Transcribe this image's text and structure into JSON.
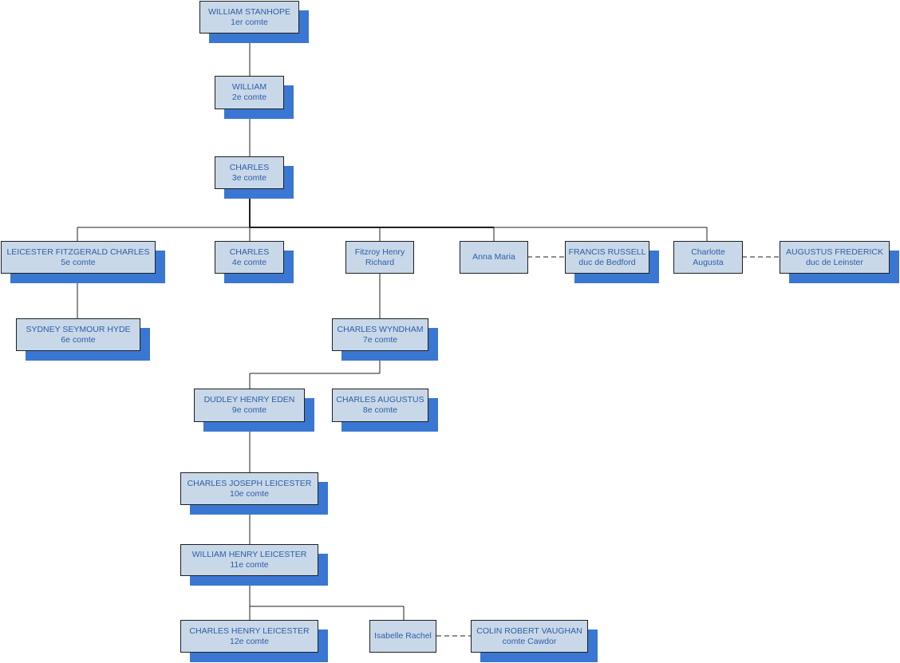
{
  "colors": {
    "box_fill": "#c8d8e8",
    "box_border": "#1f1f1f",
    "shadow": "#3a77d2",
    "text": "#2e5ea8",
    "line": "#1f1f1f"
  },
  "nodes": {
    "n1": {
      "name": "WILLIAM STANHOPE",
      "title": "1er comte"
    },
    "n2": {
      "name": "WILLIAM",
      "title": "2e comte"
    },
    "n3": {
      "name": "CHARLES",
      "title": "3e comte"
    },
    "n5": {
      "name": "LEICESTER FITZGERALD CHARLES",
      "title": "5e comte"
    },
    "n4": {
      "name": "CHARLES",
      "title": "4e comte"
    },
    "nfh": {
      "name": "Fitzroy Henry",
      "title": "Richard"
    },
    "nam": {
      "name": "Anna Maria",
      "title": ""
    },
    "nfr": {
      "name": "FRANCIS RUSSELL",
      "title": "duc de Bedford"
    },
    "nca": {
      "name": "Charlotte",
      "title": "Augusta"
    },
    "naf": {
      "name": "AUGUSTUS FREDERICK",
      "title": "duc de Leinster"
    },
    "n6": {
      "name": "SYDNEY SEYMOUR HYDE",
      "title": "6e comte"
    },
    "n7": {
      "name": "CHARLES WYNDHAM",
      "title": "7e comte"
    },
    "n9": {
      "name": "DUDLEY HENRY EDEN",
      "title": "9e comte"
    },
    "n8": {
      "name": "CHARLES AUGUSTUS",
      "title": "8e comte"
    },
    "n10": {
      "name": "CHARLES JOSEPH LEICESTER",
      "title": "10e comte"
    },
    "n11": {
      "name": "WILLIAM HENRY LEICESTER",
      "title": "11e comte"
    },
    "n12": {
      "name": "CHARLES HENRY LEICESTER",
      "title": "12e comte"
    },
    "nir": {
      "name": "Isabelle Rachel",
      "title": ""
    },
    "ncv": {
      "name": "COLIN ROBERT VAUGHAN",
      "title": "comte Cawdor"
    }
  }
}
